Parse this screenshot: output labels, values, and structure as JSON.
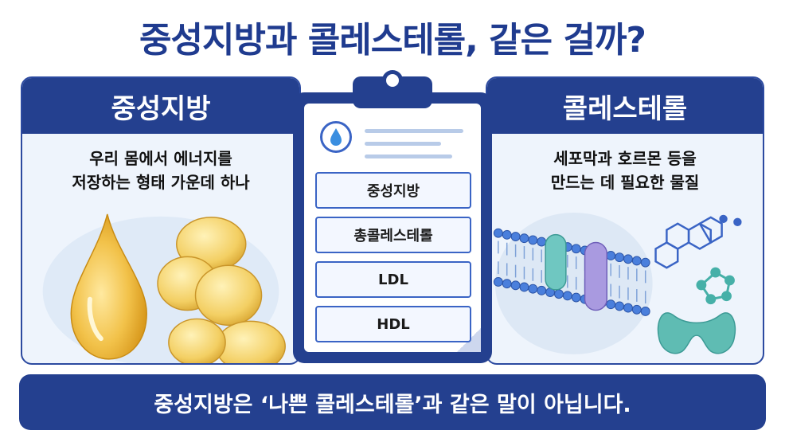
{
  "title": "중성지방과 콜레스테롤, 같은 걸까?",
  "left_panel": {
    "heading": "중성지방",
    "desc_line1": "우리 몸에서 에너지를",
    "desc_line2": "저장하는 형태 가운데 하나",
    "illustration": "oil-drop-and-fat-cells"
  },
  "right_panel": {
    "heading": "콜레스테롤",
    "desc_line1": "세포막과 호르몬 등을",
    "desc_line2": "만드는 데 필요한 물질",
    "illustration": "cell-membrane-and-molecules"
  },
  "clipboard": {
    "icon": "water-drop-icon",
    "items": [
      "중성지방",
      "총콜레스테롤",
      "LDL",
      "HDL"
    ]
  },
  "footer": "중성지방은 ‘나쁜 콜레스테롤’과 같은 말이 아닙니다.",
  "colors": {
    "navy": "#24408f",
    "panel_bg": "#eef4fc",
    "accent_blue": "#3a64c5",
    "fat_yellow": "#f2c94c"
  }
}
